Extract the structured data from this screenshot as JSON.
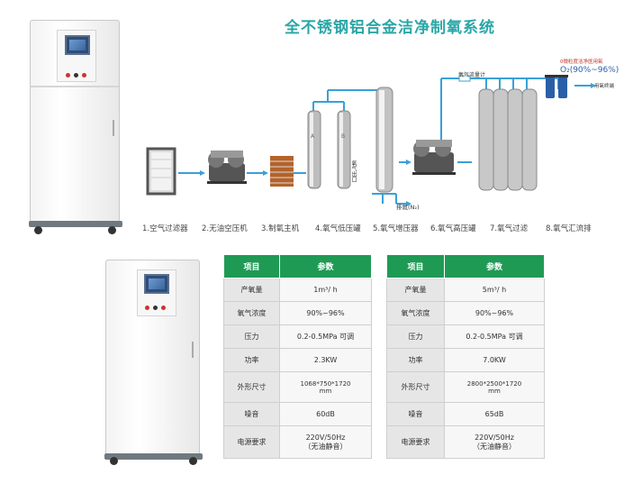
{
  "title": "全不锈钢铝合金洁净制氧系统",
  "process_stages": [
    "1.空气过滤器",
    "2.无油空压机",
    "3.制氧主机",
    "4.氧气低压罐",
    "5.氧气增压器",
    "6.氧气高压罐",
    "7.氧气过滤",
    "8.氧气汇流排"
  ],
  "diagram_labels": {
    "nitrogen_exhaust": "排氮(N₂)",
    "oxygen_vertical": "氧气出口",
    "oxygen_flowmeter": "氧气流量计",
    "o2_purity": "O₂(90%~96%)",
    "ultra_pure_note": "0微粒度洁净医用氧",
    "to_terminal": "用氧终端",
    "tank_marks": [
      "A",
      "B"
    ]
  },
  "tables": [
    {
      "headers": [
        "项目",
        "参数"
      ],
      "rows": [
        [
          "产氧量",
          "1m³/ h"
        ],
        [
          "氧气浓度",
          "90%~96%"
        ],
        [
          "压力",
          "0.2-0.5MPa 可调"
        ],
        [
          "功率",
          "2.3KW"
        ],
        [
          "外形尺寸",
          "1068*750*1720\nmm"
        ],
        [
          "噪音",
          "60dB"
        ],
        [
          "电源要求",
          "220V/50Hz\n（无油静音）"
        ]
      ]
    },
    {
      "headers": [
        "项目",
        "参数"
      ],
      "rows": [
        [
          "产氧量",
          "5m³/ h"
        ],
        [
          "氧气浓度",
          "90%~96%"
        ],
        [
          "压力",
          "0.2-0.5MPa 可调"
        ],
        [
          "功率",
          "7.0KW"
        ],
        [
          "外形尺寸",
          "2800*2500*1720\nmm"
        ],
        [
          "噪音",
          "65dB"
        ],
        [
          "电源要求",
          "220V/50Hz\n（无油静音）"
        ]
      ]
    }
  ],
  "colors": {
    "title": "#2aa6a6",
    "header": "#1f9a55",
    "pipe": "#3aa0d6"
  }
}
